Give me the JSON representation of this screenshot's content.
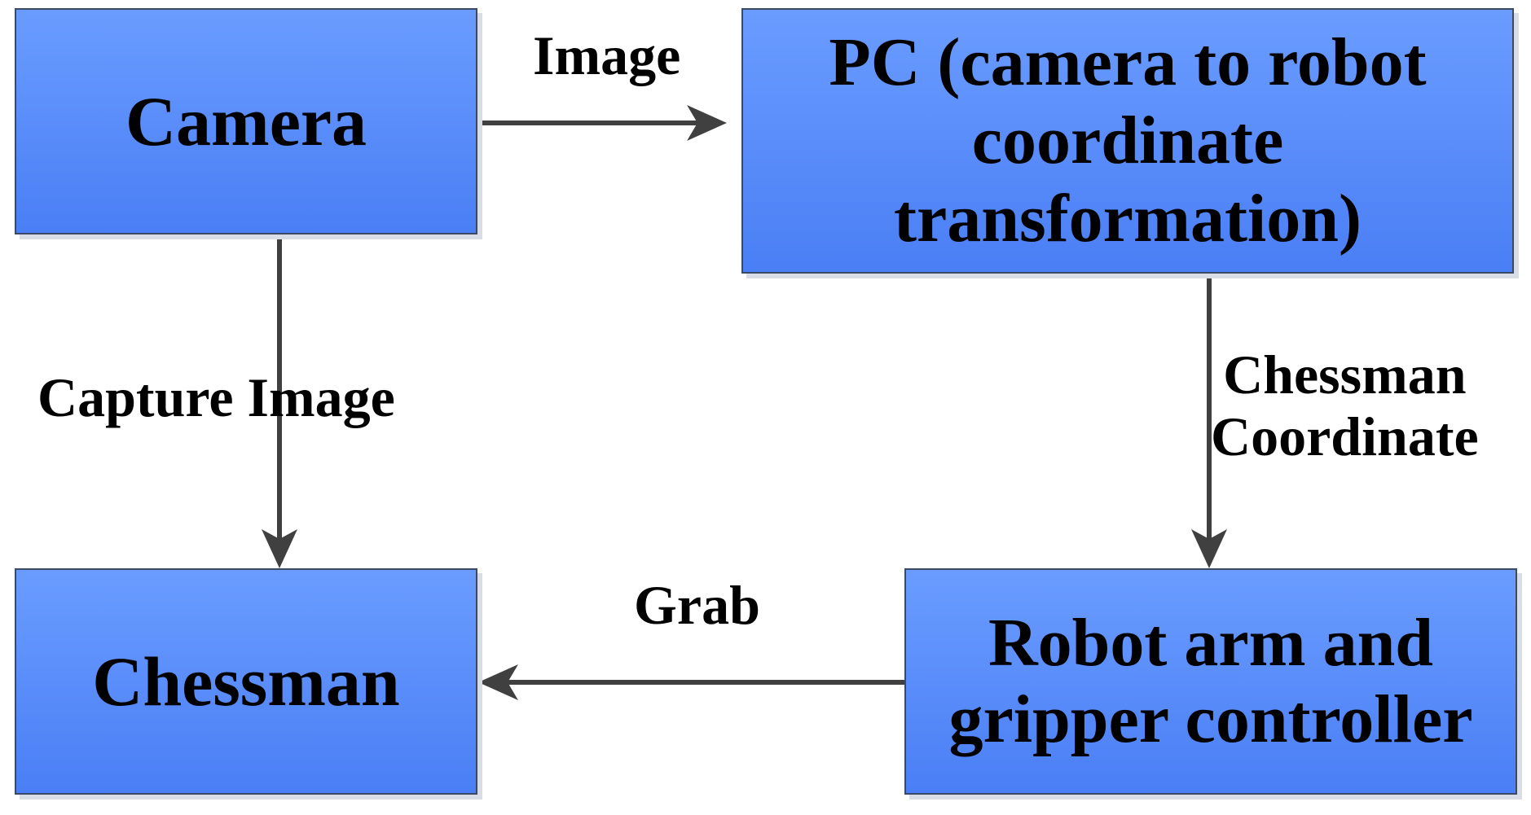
{
  "colors": {
    "box_fill_top": "#6699ff",
    "box_fill_bottom": "#4a7ff5",
    "box_border": "#3a4a66",
    "arrow": "#404040",
    "text": "#000000"
  },
  "nodes": {
    "camera": "Camera",
    "pc": "PC (camera to robot\ncoordinate\ntransformation)",
    "chessman": "Chessman",
    "robot": "Robot arm and\ngripper controller"
  },
  "edges": {
    "camera_to_pc": "Image",
    "camera_to_chessman": "Capture Image",
    "pc_to_robot": "Chessman\nCoordinate",
    "robot_to_chessman": "Grab"
  }
}
